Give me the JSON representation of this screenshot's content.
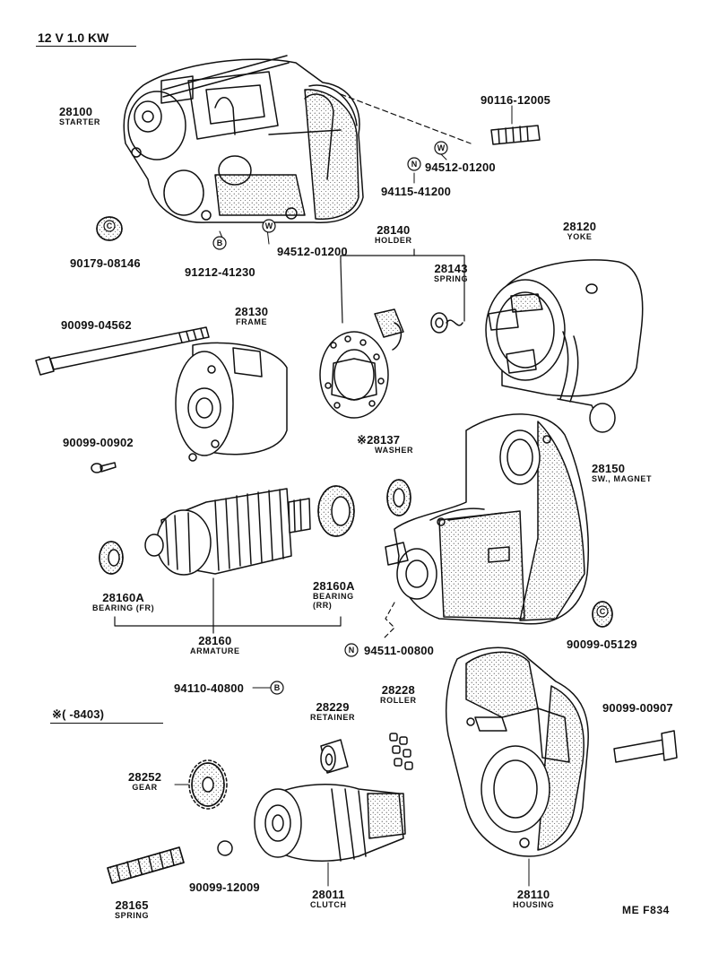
{
  "header": {
    "title": "12 V 1.0 KW"
  },
  "note": {
    "text": "※(     -8403)"
  },
  "diagram_code": "ME  F834",
  "symbols": {
    "w": "W",
    "n": "N",
    "b": "B",
    "c": "C"
  },
  "parts": {
    "p28100": {
      "number": "28100",
      "name": "STARTER"
    },
    "p90116": {
      "number": "90116-12005"
    },
    "p94512a": {
      "number": "94512-01200"
    },
    "p94115": {
      "number": "94115-41200"
    },
    "p90179": {
      "number": "90179-08146"
    },
    "p94512b": {
      "number": "94512-01200"
    },
    "p91212": {
      "number": "91212-41230"
    },
    "p28140": {
      "number": "28140",
      "name": "HOLDER"
    },
    "p28143": {
      "number": "28143",
      "name": "SPRING"
    },
    "p28120": {
      "number": "28120",
      "name": "YOKE"
    },
    "p90099_04562": {
      "number": "90099-04562"
    },
    "p28130": {
      "number": "28130",
      "name": "FRAME"
    },
    "p90099_00902": {
      "number": "90099-00902"
    },
    "p28137": {
      "number": "※28137",
      "name": "WASHER"
    },
    "p28150": {
      "number": "28150",
      "name": "SW., MAGNET"
    },
    "p28160a_fr": {
      "number": "28160A",
      "name": "BEARING (FR)"
    },
    "p28160a_rr": {
      "number": "28160A",
      "name": "BEARING",
      "name2": "(RR)"
    },
    "p28160": {
      "number": "28160",
      "name": "ARMATURE"
    },
    "p94511": {
      "number": "94511-00800"
    },
    "p90099_05129": {
      "number": "90099-05129"
    },
    "p94110": {
      "number": "94110-40800"
    },
    "p28229": {
      "number": "28229",
      "name": "RETAINER"
    },
    "p28228": {
      "number": "28228",
      "name": "ROLLER"
    },
    "p90099_00907": {
      "number": "90099-00907"
    },
    "p28252": {
      "number": "28252",
      "name": "GEAR"
    },
    "p90099_12009": {
      "number": "90099-12009"
    },
    "p28165": {
      "number": "28165",
      "name": "SPRING"
    },
    "p28011": {
      "number": "28011",
      "name": "CLUTCH"
    },
    "p28110": {
      "number": "28110",
      "name": "HOUSING"
    }
  }
}
